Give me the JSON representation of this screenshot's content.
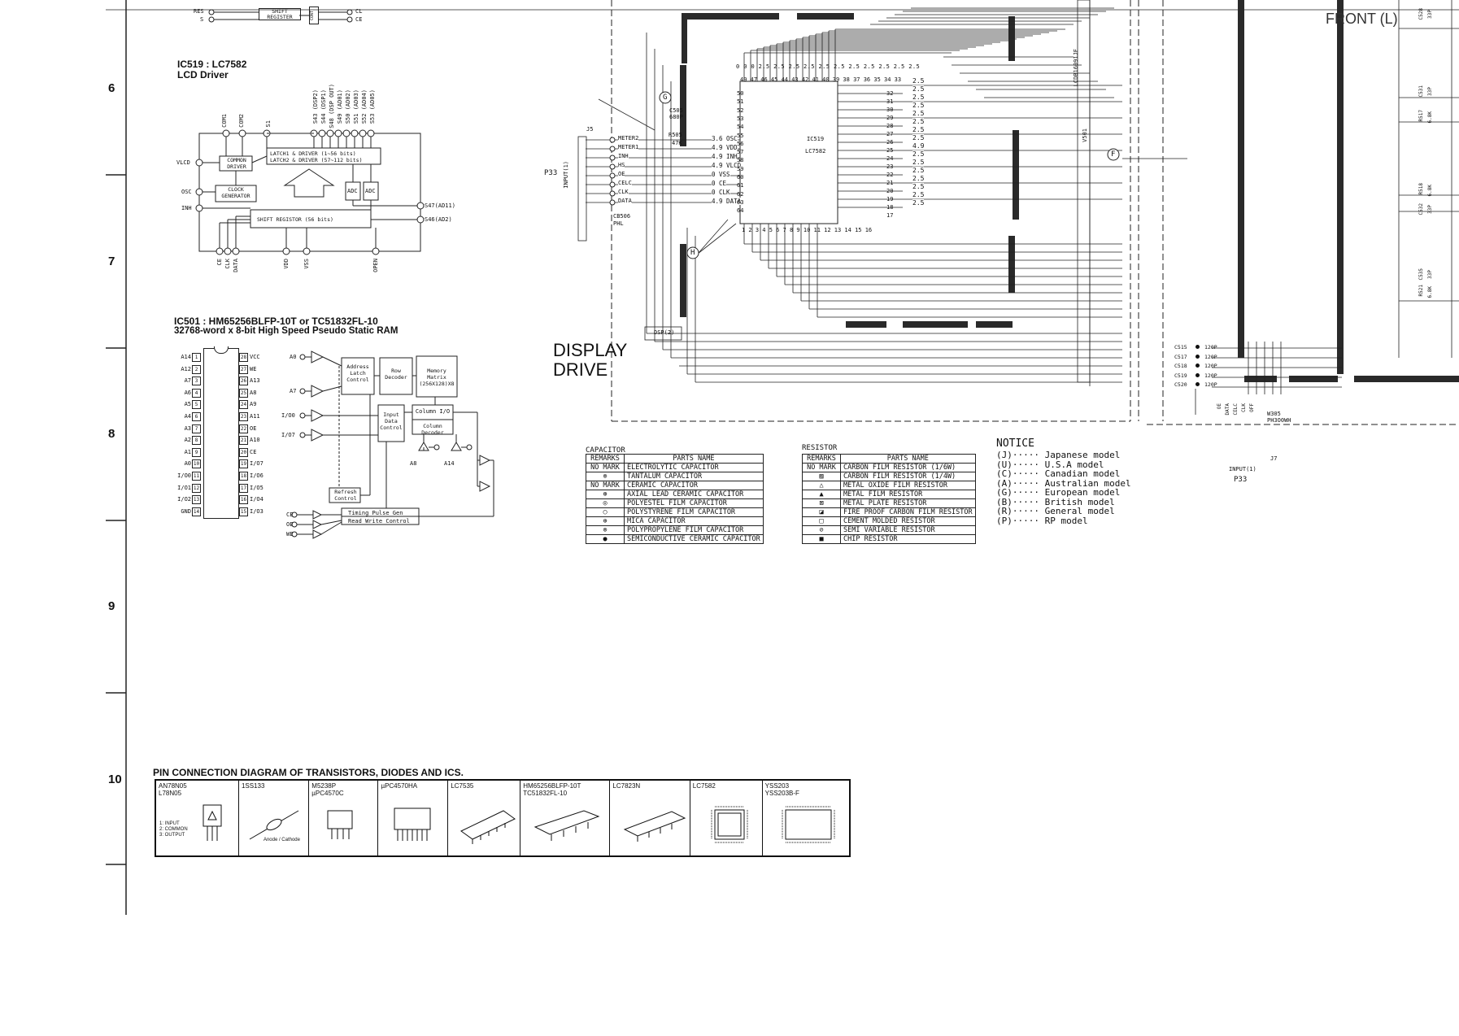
{
  "row_numbers": [
    "6",
    "7",
    "8",
    "9",
    "10"
  ],
  "ic519": {
    "title": "IC519 : LC7582",
    "subtitle": "LCD Driver",
    "top_pins": [
      "RES",
      "S"
    ],
    "top_pins_right": [
      "CL",
      "CE"
    ],
    "shift_register_top": "SHIFT REGISTER",
    "cont": "CONT",
    "com_pins": [
      "COM1",
      "COM2",
      "S1"
    ],
    "seg_pins": [
      "S43 (DSP2)",
      "S44 (DSP1)",
      "S48 (DSP OUT)",
      "S49 (AD01)",
      "S50 (AD02)",
      "S51 (AD03)",
      "S52 (AD04)",
      "S53 (AD05)"
    ],
    "latch": [
      "LATCH1 & DRIVER (1~56 bits)",
      "LATCH2 & DRIVER (57~112 bits)"
    ],
    "common_driver": "COMMON DRIVER",
    "clock_generator": "CLOCK GENERATOR",
    "shift_register": "SHIFT REGISTOR (56 bits)",
    "adc": "ADC",
    "left_pins": [
      "VLCD",
      "OSC",
      "INH"
    ],
    "right_pins": [
      "S47(AD11)",
      "S46(AD2)"
    ],
    "bottom_pins": [
      "CE",
      "CLK",
      "DATA",
      "VDD",
      "VSS",
      "OPEN"
    ]
  },
  "ic501": {
    "title": "IC501 : HM65256BLFP-10T or TC51832FL-10",
    "subtitle": "32768-word x 8-bit High Speed Pseudo Static RAM",
    "left_pins": [
      "A14",
      "A12",
      "A7",
      "A6",
      "A5",
      "A4",
      "A3",
      "A2",
      "A1",
      "A0",
      "I/O0",
      "I/O1",
      "I/O2",
      "GND"
    ],
    "left_nums": [
      "1",
      "2",
      "3",
      "4",
      "5",
      "6",
      "7",
      "8",
      "9",
      "10",
      "11",
      "12",
      "13",
      "14"
    ],
    "right_pins": [
      "VCC",
      "WE",
      "A13",
      "A8",
      "A9",
      "A11",
      "OE",
      "A10",
      "CE",
      "I/O7",
      "I/O6",
      "I/O5",
      "I/O4",
      "I/O3"
    ],
    "right_nums": [
      "28",
      "27",
      "26",
      "25",
      "24",
      "23",
      "22",
      "21",
      "20",
      "19",
      "18",
      "17",
      "16",
      "15"
    ],
    "blocks": {
      "address": "Address Latch Control",
      "row": "Row Decoder",
      "memory": "Memory Matrix (256X128)X8",
      "input": "Input Data Control",
      "col_io": "Column I/O",
      "col_dec": "Column Decoder",
      "refresh": "Refresh Control",
      "timing": "Timing Pulse Gen",
      "rw": "Read Write Control"
    },
    "signals": [
      "A0",
      "A7",
      "I/O0",
      "I/O7",
      "A8",
      "A14",
      "CE",
      "OE",
      "WE"
    ]
  },
  "display": {
    "label_line1": "DISPLAY",
    "label_line2": "DRIVE",
    "front_label": "FRONT (L)",
    "ic_name": "IC519",
    "ic_part": "LC7582",
    "connector": "J5",
    "p33": "P33",
    "input": "INPUT(1)",
    "dsp": "DSP(2)",
    "cb506": "CB506",
    "phl": "PHL",
    "lcd": "LCDB16091JF",
    "v501": "V501",
    "c505": "C505",
    "c505val": "680P",
    "r505": "R505",
    "r505val": "47K",
    "signals": [
      "METER2",
      "METER1",
      "INH",
      "HS",
      "OE",
      "CELC",
      "CLK",
      "DATA"
    ],
    "pin_voltages": [
      "3.6 OSC",
      "4.9 VDD",
      "4.9 INH",
      "4.9 VLCD",
      "0 VSS",
      "0 CE",
      "0 CLK",
      "4.9 DATA"
    ],
    "top_pin_numbers": "49 47 46 45 44 43 42 41 40 39 38 37 36 35 34 33",
    "bottom_pin_numbers": "1 2 3 4 5 6 7 8 9 10 11 12 13 14 15 16",
    "right_pin_numbers": [
      "32",
      "31",
      "30",
      "29",
      "28",
      "27",
      "26",
      "25",
      "24",
      "23",
      "22",
      "21",
      "20",
      "19",
      "18",
      "17"
    ],
    "right_voltages": [
      "2.5",
      "2.5",
      "2.5",
      "2.5",
      "2.5",
      "2.5",
      "2.5",
      "2.5",
      "4.9",
      "2.5",
      "2.5",
      "2.5",
      "2.5",
      "2.5",
      "2.5",
      "2.5"
    ],
    "left_pin_numbers": [
      "50",
      "51",
      "52",
      "53",
      "54",
      "55",
      "56",
      "57",
      "58",
      "59",
      "60",
      "61",
      "62",
      "63",
      "64"
    ],
    "top_voltages": "0 0 0 2.5 2.5 2.5 2.5 2.5 2.5 2.5 2.5 2.5 2.5 2.5",
    "markers": [
      "G",
      "H",
      "F"
    ],
    "cap_labels": [
      "C515",
      "C517",
      "C518",
      "C519",
      "C520"
    ],
    "cap_val": "120P",
    "right_caps": [
      "C528",
      "C531",
      "R517",
      "R518",
      "C532",
      "C535",
      "R521"
    ],
    "right_cap_vals": [
      "33P",
      "33P",
      "6.8K",
      "6.8K",
      "33P",
      "33P",
      "6.8K"
    ],
    "w305": "W305",
    "ph": "PH3O0WH",
    "j7": "J7",
    "bus": [
      "OE",
      "DATA",
      "CELC",
      "CLK",
      "OFF"
    ],
    "input_right": "INPUT(1)",
    "p33_right": "P33"
  },
  "capacitor_legend": {
    "title": "CAPACITOR",
    "head": [
      "REMARKS",
      "PARTS NAME"
    ],
    "rows": [
      [
        "NO MARK",
        "ELECTROLYTIC CAPACITOR"
      ],
      [
        "⊗",
        "TANTALUM CAPACITOR"
      ],
      [
        "NO MARK",
        "CERAMIC CAPACITOR"
      ],
      [
        "⊛",
        "AXIAL LEAD CERAMIC CAPACITOR"
      ],
      [
        "◎",
        "POLYESTEL FILM CAPACITOR"
      ],
      [
        "○",
        "POLYSTYRENE FILM CAPACITOR"
      ],
      [
        "⊕",
        "MICA CAPACITOR"
      ],
      [
        "⊗",
        "POLYPROPYLENE FILM CAPACITOR"
      ],
      [
        "●",
        "SEMICONDUCTIVE CERAMIC CAPACITOR"
      ]
    ]
  },
  "resistor_legend": {
    "title": "RESISTOR",
    "head": [
      "REMARKS",
      "PARTS NAME"
    ],
    "rows": [
      [
        "NO MARK",
        "CARBON FILM RESISTOR (1/6W)"
      ],
      [
        "▨",
        "CARBON FILM RESISTOR (1/4W)"
      ],
      [
        "△",
        "METAL OXIDE FILM RESISTOR"
      ],
      [
        "▲",
        "METAL FILM RESISTOR"
      ],
      [
        "⊠",
        "METAL PLATE RESISTOR"
      ],
      [
        "◪",
        "FIRE PROOF CARBON FILM RESISTOR"
      ],
      [
        "□",
        "CEMENT MOLDED RESISTOR"
      ],
      [
        "⊘",
        "SEMI VARIABLE RESISTOR"
      ],
      [
        "■",
        "CHIP RESISTOR"
      ]
    ]
  },
  "notice": {
    "title": "NOTICE",
    "lines": [
      "(J)····· Japanese model",
      "(U)····· U.S.A model",
      "(C)····· Canadian model",
      "(A)····· Australian model",
      "(G)····· European model",
      "(B)····· British model",
      "(R)····· General model",
      "(P)····· RP model"
    ]
  },
  "pin_connection": {
    "title": "PIN CONNECTION DIAGRAM OF TRANSISTORS, DIODES AND ICS.",
    "cells": [
      {
        "name": "AN78N05\nL78N05",
        "note": "1: INPUT\n2: COMMON\n3: OUTPUT"
      },
      {
        "name": "1SS133",
        "note": "Anode / Cathode"
      },
      {
        "name": "M5238P\nµPC4570C",
        "note": ""
      },
      {
        "name": "µPC4570HA",
        "note": ""
      },
      {
        "name": "LC7535",
        "note": ""
      },
      {
        "name": "HM65256BLFP-10T\nTC51832FL-10",
        "note": ""
      },
      {
        "name": "LC7823N",
        "note": ""
      },
      {
        "name": "LC7582",
        "note": ""
      },
      {
        "name": "YSS203\nYSS203B-F",
        "note": ""
      }
    ]
  }
}
